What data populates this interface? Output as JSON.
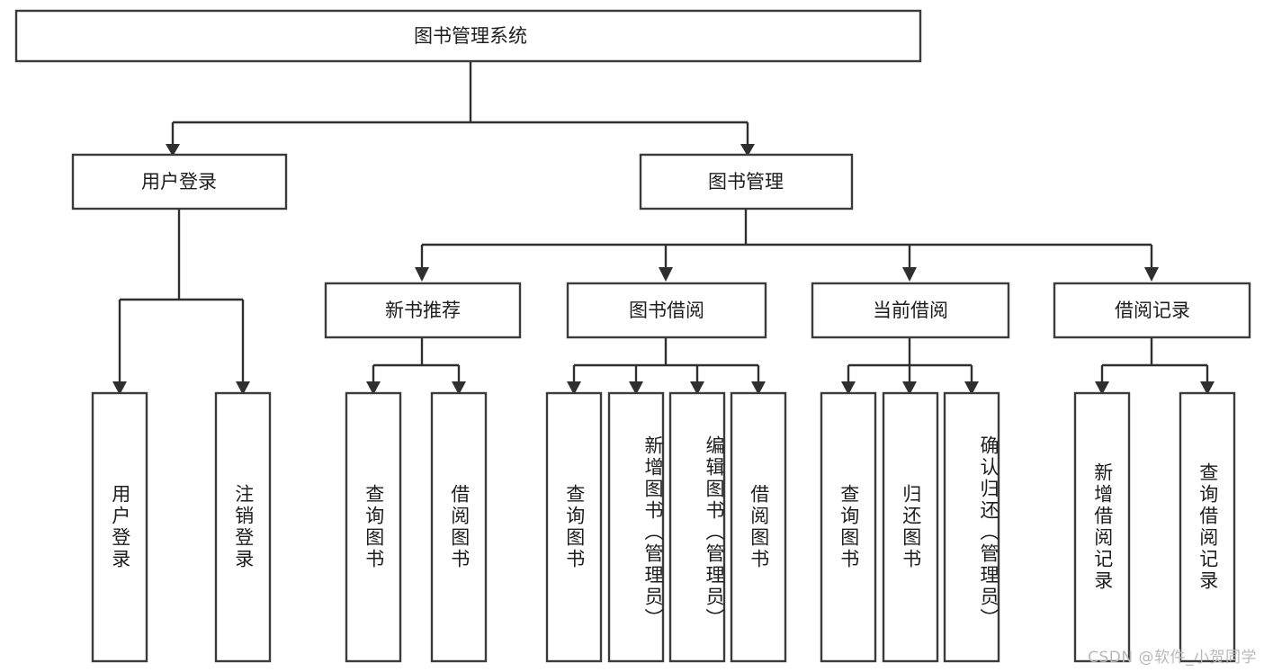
{
  "diagram": {
    "type": "tree",
    "title": "图书管理系统",
    "watermark": "CSDN @软件_小贺同学",
    "colors": {
      "box_stroke": "#3b3b3b",
      "box_fill": "#ffffff",
      "connector": "#2f2f2f",
      "text": "#1d1d1d",
      "watermark": "#b9b9b9",
      "background": "#ffffff"
    },
    "levels": {
      "root": "图书管理系统",
      "level2": [
        "用户登录",
        "图书管理"
      ],
      "level3": [
        "新书推荐",
        "图书借阅",
        "当前借阅",
        "借阅记录"
      ]
    },
    "nodes": {
      "root": {
        "label": "图书管理系统",
        "orientation": "horizontal"
      },
      "user_login": {
        "label": "用户登录",
        "orientation": "horizontal"
      },
      "book_mgmt": {
        "label": "图书管理",
        "orientation": "horizontal"
      },
      "new_book_rec": {
        "label": "新书推荐",
        "orientation": "horizontal"
      },
      "book_borrow": {
        "label": "图书借阅",
        "orientation": "horizontal"
      },
      "current_borrow": {
        "label": "当前借阅",
        "orientation": "horizontal"
      },
      "borrow_record": {
        "label": "借阅记录",
        "orientation": "horizontal"
      },
      "leaf_user_login": {
        "label": "用户登录",
        "orientation": "vertical"
      },
      "leaf_logout": {
        "label": "注销登录",
        "orientation": "vertical"
      },
      "leaf_query_book_1": {
        "label": "查询图书",
        "orientation": "vertical"
      },
      "leaf_borrow_book_1": {
        "label": "借阅图书",
        "orientation": "vertical"
      },
      "leaf_query_book_2": {
        "label": "查询图书",
        "orientation": "vertical"
      },
      "leaf_add_book": {
        "label": "新增图书（管理员）",
        "orientation": "vertical"
      },
      "leaf_edit_book": {
        "label": "编辑图书（管理员）",
        "orientation": "vertical"
      },
      "leaf_borrow_book_2": {
        "label": "借阅图书",
        "orientation": "vertical"
      },
      "leaf_query_book_3": {
        "label": "查询图书",
        "orientation": "vertical"
      },
      "leaf_return_book": {
        "label": "归还图书",
        "orientation": "vertical"
      },
      "leaf_confirm_return": {
        "label": "确认归还（管理员）",
        "orientation": "vertical"
      },
      "leaf_add_record": {
        "label": "新增借阅记录",
        "orientation": "vertical"
      },
      "leaf_query_record": {
        "label": "查询借阅记录",
        "orientation": "vertical"
      }
    },
    "edges": [
      {
        "from": "root",
        "to": "user_login"
      },
      {
        "from": "root",
        "to": "book_mgmt"
      },
      {
        "from": "user_login",
        "to": "leaf_user_login"
      },
      {
        "from": "user_login",
        "to": "leaf_logout"
      },
      {
        "from": "book_mgmt",
        "to": "new_book_rec"
      },
      {
        "from": "book_mgmt",
        "to": "book_borrow"
      },
      {
        "from": "book_mgmt",
        "to": "current_borrow"
      },
      {
        "from": "book_mgmt",
        "to": "borrow_record"
      },
      {
        "from": "new_book_rec",
        "to": "leaf_query_book_1"
      },
      {
        "from": "new_book_rec",
        "to": "leaf_borrow_book_1"
      },
      {
        "from": "book_borrow",
        "to": "leaf_query_book_2"
      },
      {
        "from": "book_borrow",
        "to": "leaf_add_book"
      },
      {
        "from": "book_borrow",
        "to": "leaf_edit_book"
      },
      {
        "from": "book_borrow",
        "to": "leaf_borrow_book_2"
      },
      {
        "from": "current_borrow",
        "to": "leaf_query_book_3"
      },
      {
        "from": "current_borrow",
        "to": "leaf_return_book"
      },
      {
        "from": "current_borrow",
        "to": "leaf_confirm_return"
      },
      {
        "from": "borrow_record",
        "to": "leaf_add_record"
      },
      {
        "from": "borrow_record",
        "to": "leaf_query_record"
      }
    ]
  }
}
